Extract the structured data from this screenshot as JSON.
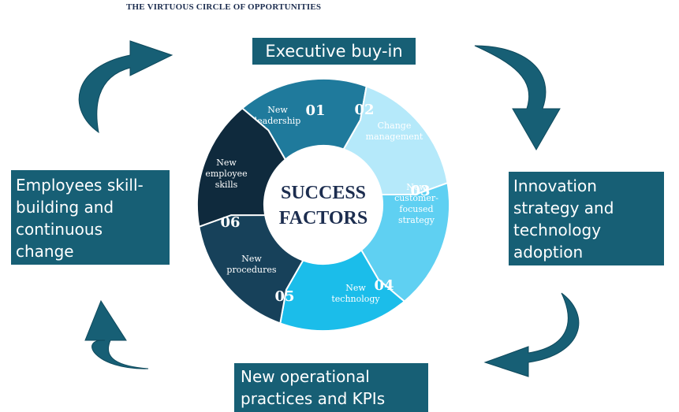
{
  "title": "THE VIRTUOUS CIRCLE OF OPPORTUNITIES",
  "boxes": {
    "top": "Executive buy-in",
    "right": [
      "Innovation",
      "strategy and",
      "technology",
      "adoption"
    ],
    "bottom": [
      "New operational",
      "practices and KPIs"
    ],
    "left": [
      "Employees skill-",
      "building and",
      "continuous",
      "change"
    ]
  },
  "center": [
    "SUCCESS",
    "FACTORS"
  ],
  "segments": [
    {
      "number": "01",
      "label": [
        "New",
        "leadership"
      ],
      "color": "#1f7a9c"
    },
    {
      "number": "02",
      "label": [
        "Change",
        "management"
      ],
      "color": "#b5e9fa"
    },
    {
      "number": "03",
      "label": [
        "New",
        "customer-",
        "focused",
        "strategy"
      ],
      "color": "#5fd0f2"
    },
    {
      "number": "04",
      "label": [
        "New",
        "technology"
      ],
      "color": "#1bbdea"
    },
    {
      "number": "05",
      "label": [
        "New",
        "procedures"
      ],
      "color": "#17415a"
    },
    {
      "number": "06",
      "label": [
        "New",
        "employee",
        "skills"
      ],
      "color": "#0f2a3d"
    }
  ],
  "colors": {
    "box": "#175f75",
    "arrow": "#175f75",
    "title": "#1c2d4f"
  }
}
